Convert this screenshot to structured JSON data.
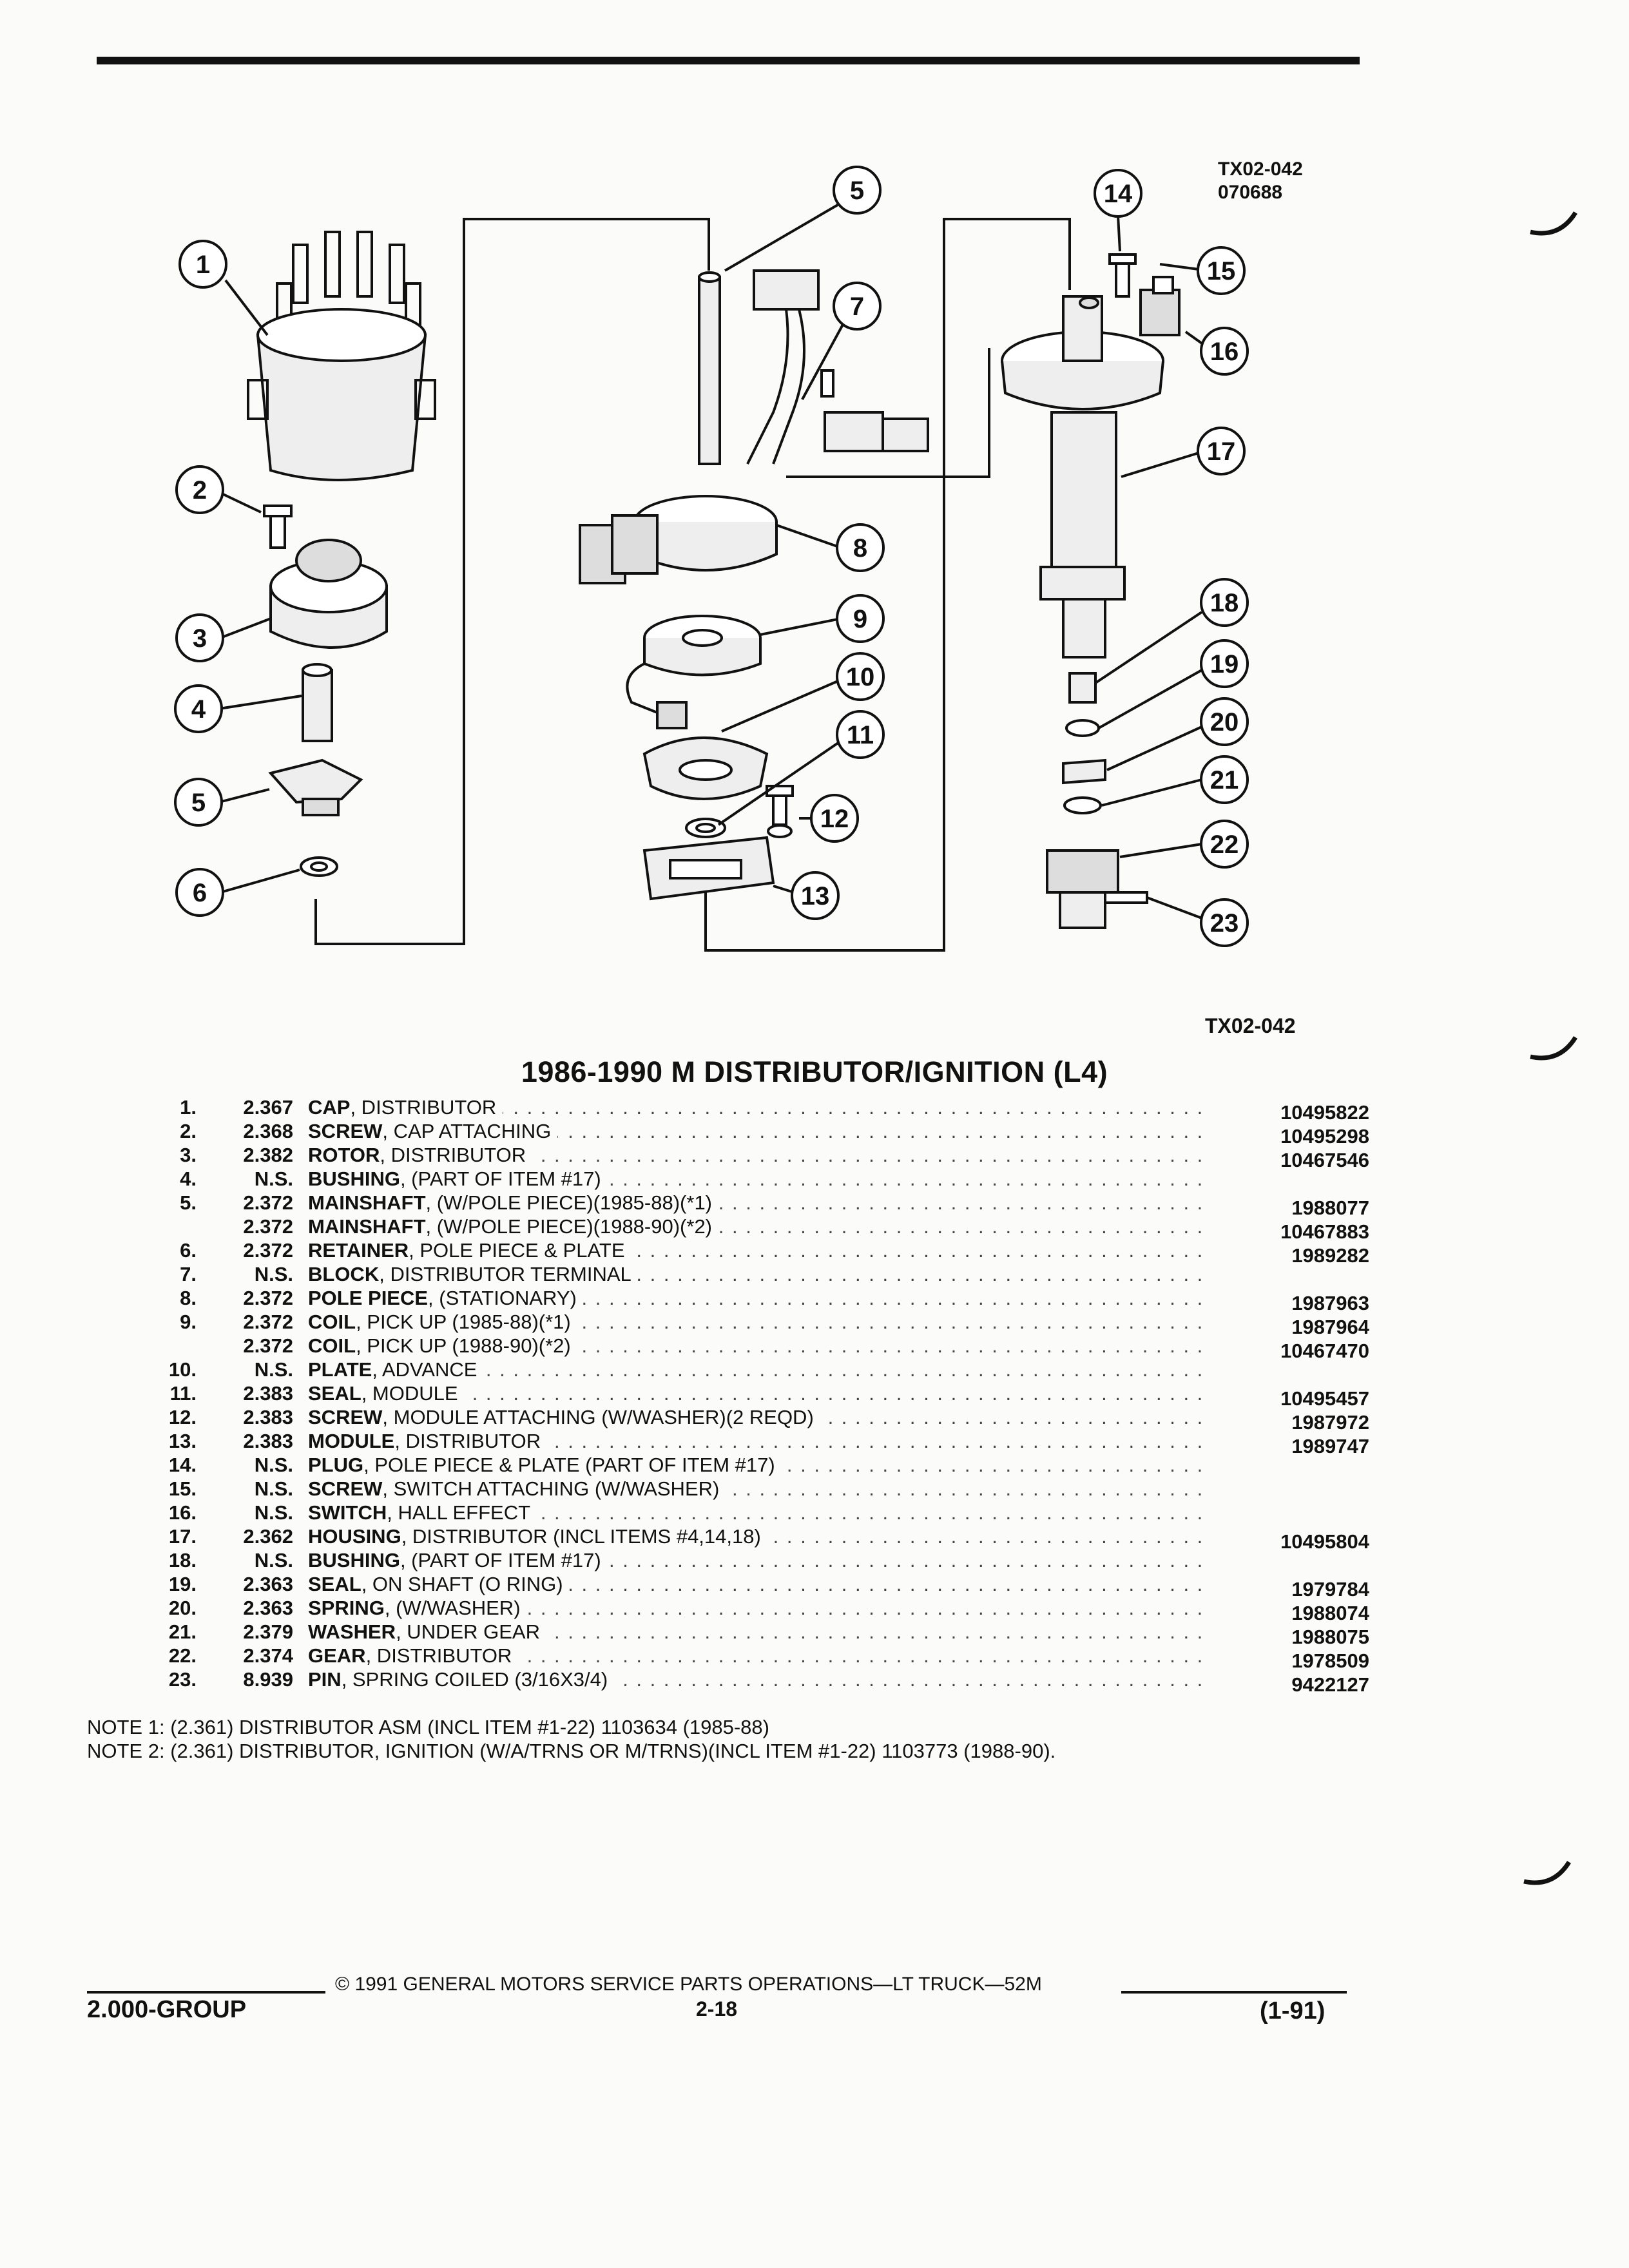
{
  "figure": {
    "code": "TX02-042",
    "date_code": "070688",
    "ref": "TX02-042",
    "callouts": [
      "1",
      "2",
      "3",
      "4",
      "5",
      "6",
      "5",
      "7",
      "8",
      "9",
      "10",
      "11",
      "12",
      "13",
      "14",
      "15",
      "16",
      "17",
      "18",
      "19",
      "20",
      "21",
      "22",
      "23"
    ]
  },
  "title": "1986-1990 M DISTRIBUTOR/IGNITION (L4)",
  "parts": [
    {
      "no": "1.",
      "group": "2.367",
      "name": "CAP",
      "qualifier": ", DISTRIBUTOR",
      "part_no": "10495822"
    },
    {
      "no": "2.",
      "group": "2.368",
      "name": "SCREW",
      "qualifier": ", CAP ATTACHING",
      "part_no": "10495298"
    },
    {
      "no": "3.",
      "group": "2.382",
      "name": "ROTOR",
      "qualifier": ", DISTRIBUTOR",
      "part_no": "10467546"
    },
    {
      "no": "4.",
      "group": "N.S.",
      "name": "BUSHING",
      "qualifier": ", (PART OF ITEM #17)",
      "part_no": ""
    },
    {
      "no": "5.",
      "group": "2.372",
      "name": "MAINSHAFT",
      "qualifier": ", (W/POLE PIECE)(1985-88)(*1)",
      "part_no": "1988077"
    },
    {
      "no": "",
      "group": "2.372",
      "name": "MAINSHAFT",
      "qualifier": ", (W/POLE PIECE)(1988-90)(*2)",
      "part_no": "10467883"
    },
    {
      "no": "6.",
      "group": "2.372",
      "name": "RETAINER",
      "qualifier": ", POLE PIECE & PLATE",
      "part_no": "1989282"
    },
    {
      "no": "7.",
      "group": "N.S.",
      "name": "BLOCK",
      "qualifier": ", DISTRIBUTOR TERMINAL",
      "part_no": ""
    },
    {
      "no": "8.",
      "group": "2.372",
      "name": "POLE PIECE",
      "qualifier": ", (STATIONARY)",
      "part_no": "1987963"
    },
    {
      "no": "9.",
      "group": "2.372",
      "name": "COIL",
      "qualifier": ", PICK UP (1985-88)(*1)",
      "part_no": "1987964"
    },
    {
      "no": "",
      "group": "2.372",
      "name": "COIL",
      "qualifier": ", PICK UP (1988-90)(*2)",
      "part_no": "10467470"
    },
    {
      "no": "10.",
      "group": "N.S.",
      "name": "PLATE",
      "qualifier": ", ADVANCE",
      "part_no": ""
    },
    {
      "no": "11.",
      "group": "2.383",
      "name": "SEAL",
      "qualifier": ", MODULE",
      "part_no": "10495457"
    },
    {
      "no": "12.",
      "group": "2.383",
      "name": "SCREW",
      "qualifier": ", MODULE ATTACHING (W/WASHER)(2 REQD)",
      "part_no": "1987972"
    },
    {
      "no": "13.",
      "group": "2.383",
      "name": "MODULE",
      "qualifier": ", DISTRIBUTOR",
      "part_no": "1989747"
    },
    {
      "no": "14.",
      "group": "N.S.",
      "name": "PLUG",
      "qualifier": ", POLE PIECE & PLATE (PART OF ITEM #17)",
      "part_no": ""
    },
    {
      "no": "15.",
      "group": "N.S.",
      "name": "SCREW",
      "qualifier": ", SWITCH ATTACHING (W/WASHER)",
      "part_no": ""
    },
    {
      "no": "16.",
      "group": "N.S.",
      "name": "SWITCH",
      "qualifier": ", HALL EFFECT",
      "part_no": ""
    },
    {
      "no": "17.",
      "group": "2.362",
      "name": "HOUSING",
      "qualifier": ", DISTRIBUTOR (INCL ITEMS #4,14,18)",
      "part_no": "10495804"
    },
    {
      "no": "18.",
      "group": "N.S.",
      "name": "BUSHING",
      "qualifier": ", (PART OF ITEM #17)",
      "part_no": ""
    },
    {
      "no": "19.",
      "group": "2.363",
      "name": "SEAL",
      "qualifier": ", ON SHAFT (O RING)",
      "part_no": "1979784"
    },
    {
      "no": "20.",
      "group": "2.363",
      "name": "SPRING",
      "qualifier": ", (W/WASHER)",
      "part_no": "1988074"
    },
    {
      "no": "21.",
      "group": "2.379",
      "name": "WASHER",
      "qualifier": ", UNDER GEAR",
      "part_no": "1988075"
    },
    {
      "no": "22.",
      "group": "2.374",
      "name": "GEAR",
      "qualifier": ", DISTRIBUTOR",
      "part_no": "1978509"
    },
    {
      "no": "23.",
      "group": "8.939",
      "name": "PIN",
      "qualifier": ", SPRING COILED (3/16X3/4)",
      "part_no": "9422127"
    }
  ],
  "notes": [
    "NOTE  1:  (2.361) DISTRIBUTOR ASM (INCL ITEM #1-22) 1103634 (1985-88)",
    "NOTE  2:  (2.361) DISTRIBUTOR, IGNITION (W/A/TRNS OR M/TRNS)(INCL ITEM #1-22) 1103773 (1988-90)."
  ],
  "footer": {
    "copyright": "© 1991  GENERAL MOTORS SERVICE PARTS OPERATIONS—LT TRUCK—52M",
    "group": "2.000-GROUP",
    "page": "2-18",
    "date": "(1-91)"
  },
  "colors": {
    "ink": "#111111",
    "paper": "#fbfbf9"
  }
}
